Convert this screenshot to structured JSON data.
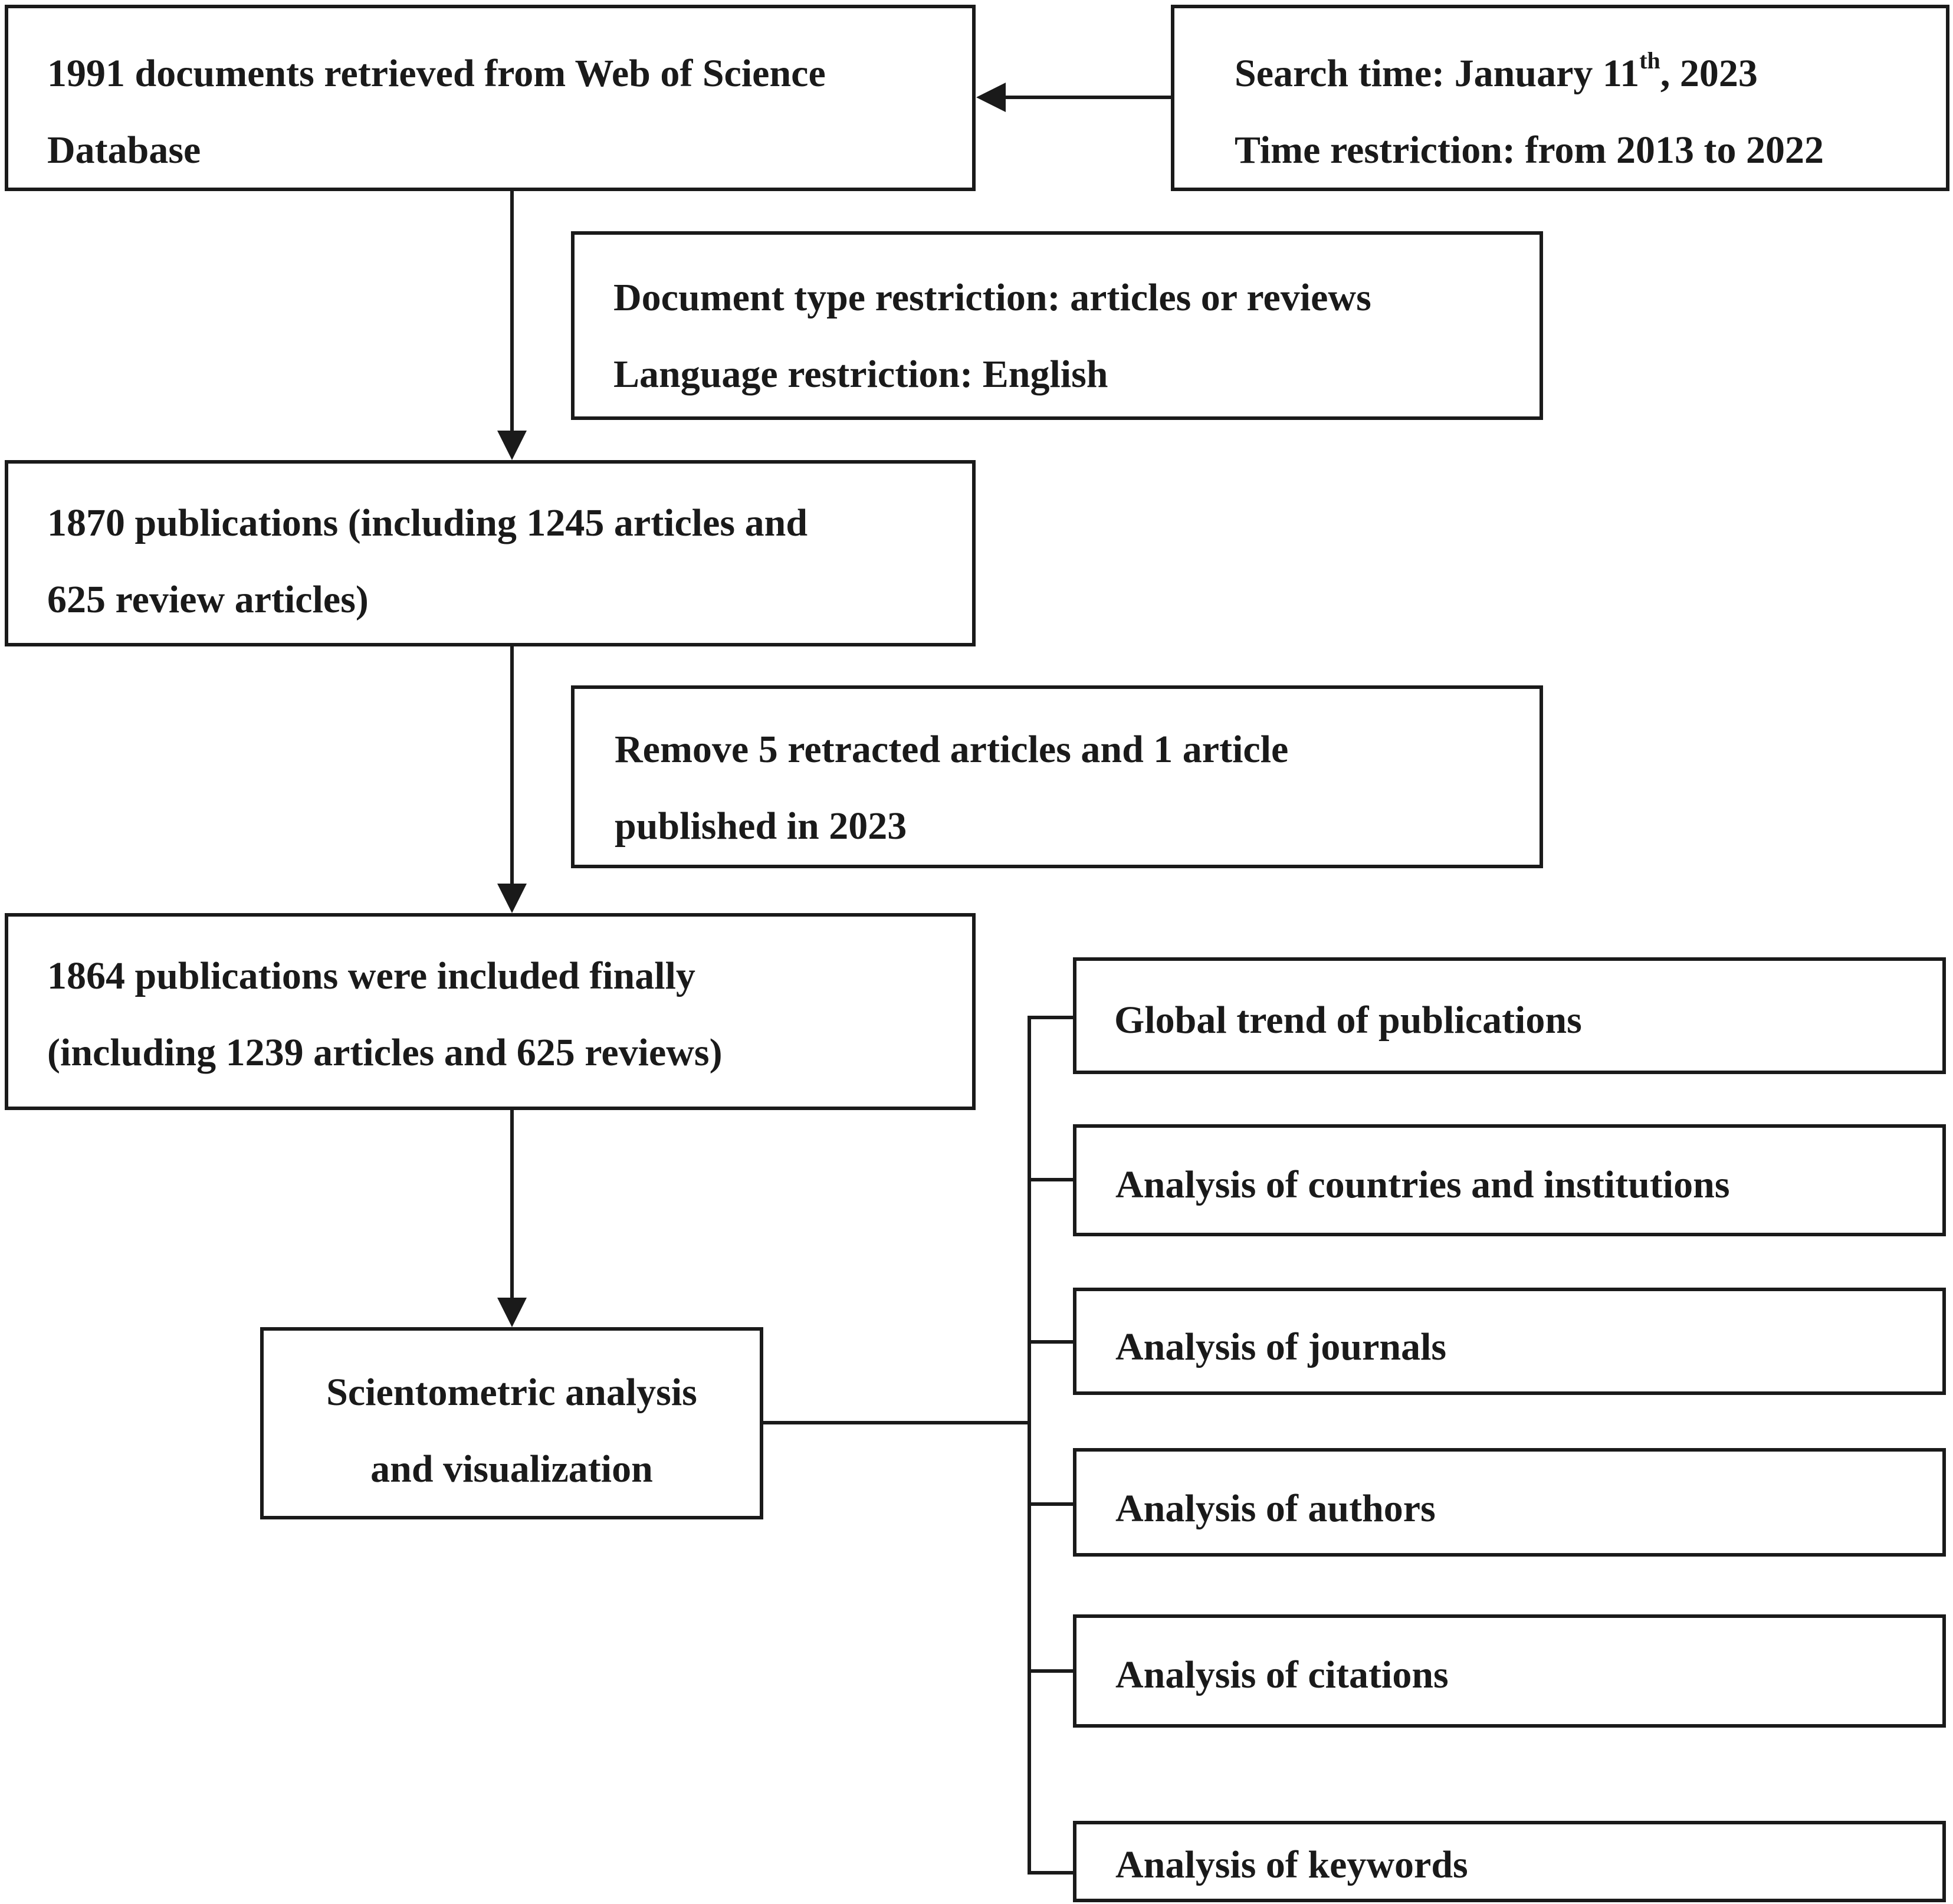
{
  "flow": {
    "retrieved": {
      "line1": "1991 documents retrieved from Web of Science",
      "line2": "Database"
    },
    "search_info": {
      "line1_prefix": "Search time: January 11",
      "line1_sup": "th",
      "line1_suffix": ", 2023",
      "line2": "Time restriction: from 2013 to 2022"
    },
    "restriction": {
      "line1": "Document type restriction: articles or reviews",
      "line2": "Language restriction: English"
    },
    "publications_1870": {
      "line1": "1870 publications (including 1245 articles and",
      "line2": "625 review articles)"
    },
    "removal": {
      "line1": "Remove 5 retracted articles and 1 article",
      "line2": "published in 2023"
    },
    "publications_final": {
      "line1": "1864 publications were included finally",
      "line2": "(including 1239 articles and 625 reviews)"
    },
    "analysis": {
      "line1": "Scientometric analysis",
      "line2": "and visualization"
    }
  },
  "branches": [
    "Global trend of publications",
    "Analysis of countries and institutions",
    "Analysis of journals",
    "Analysis of authors",
    "Analysis of citations",
    "Analysis of keywords"
  ]
}
